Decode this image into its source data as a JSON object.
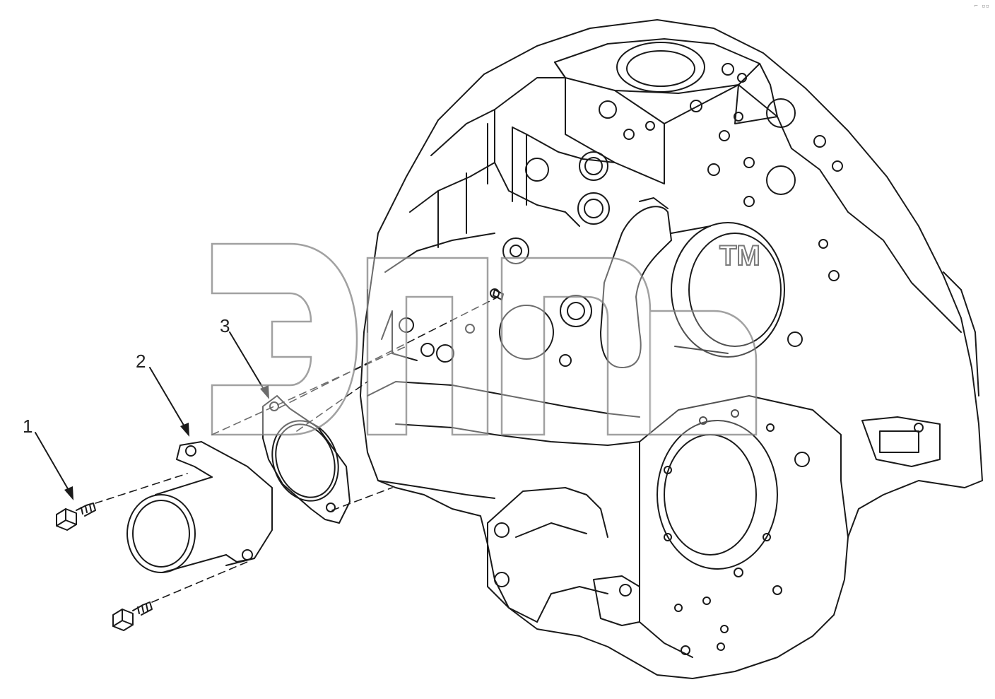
{
  "diagram": {
    "callouts": [
      {
        "id": "1",
        "label": "1",
        "part": "bolt"
      },
      {
        "id": "2",
        "label": "2",
        "part": "water-outlet-connection"
      },
      {
        "id": "3",
        "label": "3",
        "part": "gasket"
      }
    ],
    "watermark": {
      "trademark": "TM"
    },
    "corner_mark": "⌐ ▫▫"
  },
  "colors": {
    "line": "#1a1a1a",
    "watermark_outline": "#7a7a7a",
    "background": "#ffffff"
  }
}
